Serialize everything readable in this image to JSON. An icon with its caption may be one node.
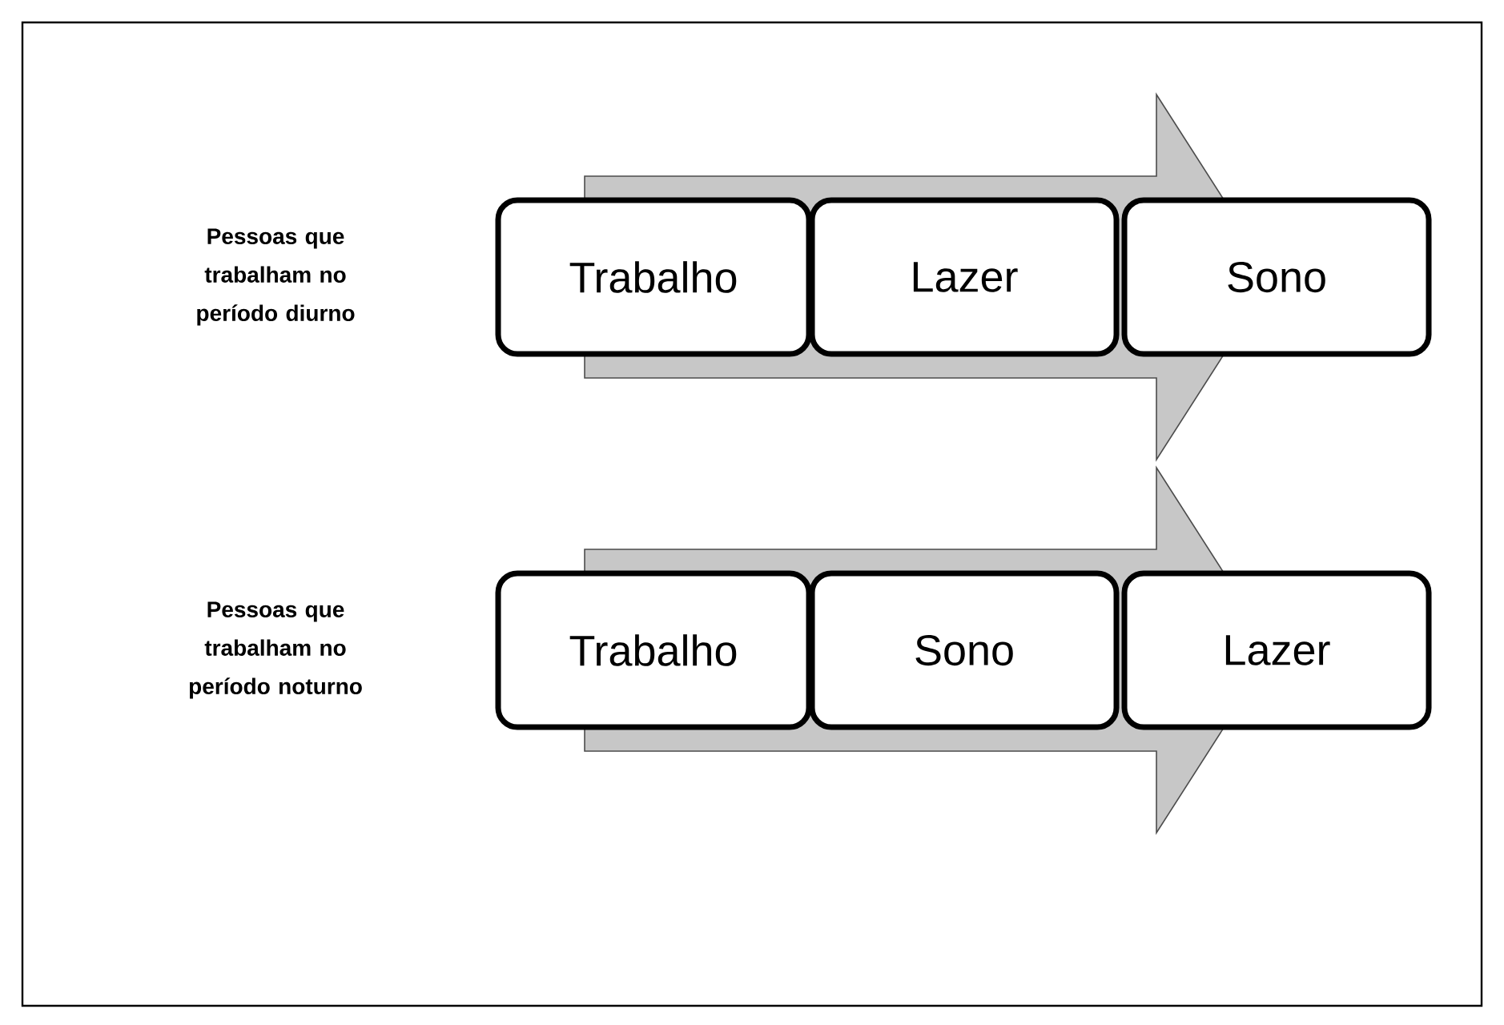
{
  "diagram": {
    "nodes": [
      {
        "text": [
          "Trabalho"
        ]
      },
      {
        "text": [
          "Lazer"
        ]
      },
      {
        "text": [
          "Sono"
        ]
      },
      {
        "text": [
          "Trabalho"
        ]
      },
      {
        "text": [
          "Sono"
        ]
      },
      {
        "text": [
          "Lazer"
        ]
      }
    ],
    "labels": [
      "Pessoas que trabalham no período diurno",
      "Pessoas que trabalham no período noturno"
    ]
  }
}
